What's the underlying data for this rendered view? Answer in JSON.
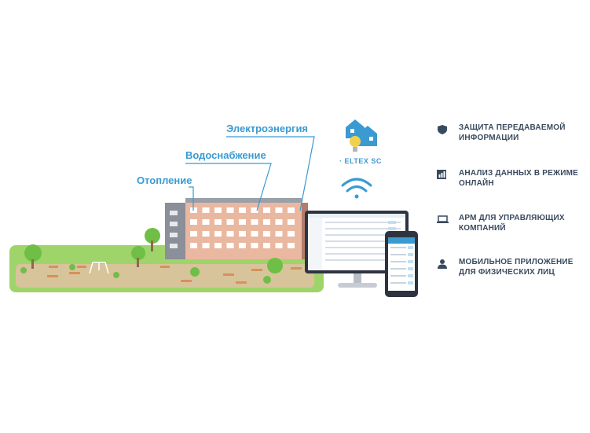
{
  "labels": {
    "electricity": "Электроэнергия",
    "water": "Водоснабжение",
    "heating": "Отопление"
  },
  "brand": {
    "name": "ELTEX SC",
    "icon": "smart-home-bulb-icon",
    "wifi_icon": "wifi-icon"
  },
  "features": [
    {
      "icon": "shield-icon",
      "line1": "ЗАЩИТА ПЕРЕДАВАЕМОЙ",
      "line2": "ИНФОРМАЦИИ"
    },
    {
      "icon": "chart-icon",
      "line1": "АНАЛИЗ ДАННЫХ В РЕЖИМЕ",
      "line2": "ОНЛАЙН"
    },
    {
      "icon": "laptop-icon",
      "line1": "АРМ ДЛЯ УПРАВЛЯЮЩИХ",
      "line2": "КОМПАНИЙ"
    },
    {
      "icon": "user-icon",
      "line1": "МОБИЛЬНОЕ ПРИЛОЖЕНИЕ",
      "line2": "ДЛЯ ФИЗИЧЕСКИХ ЛИЦ"
    }
  ],
  "colors": {
    "accent": "#3a9ad1",
    "grass": "#9fd46a",
    "ground": "#cdb58e",
    "building": "#e9b9a2",
    "building_side": "#8a8f99",
    "text": "#3a4a5e"
  }
}
